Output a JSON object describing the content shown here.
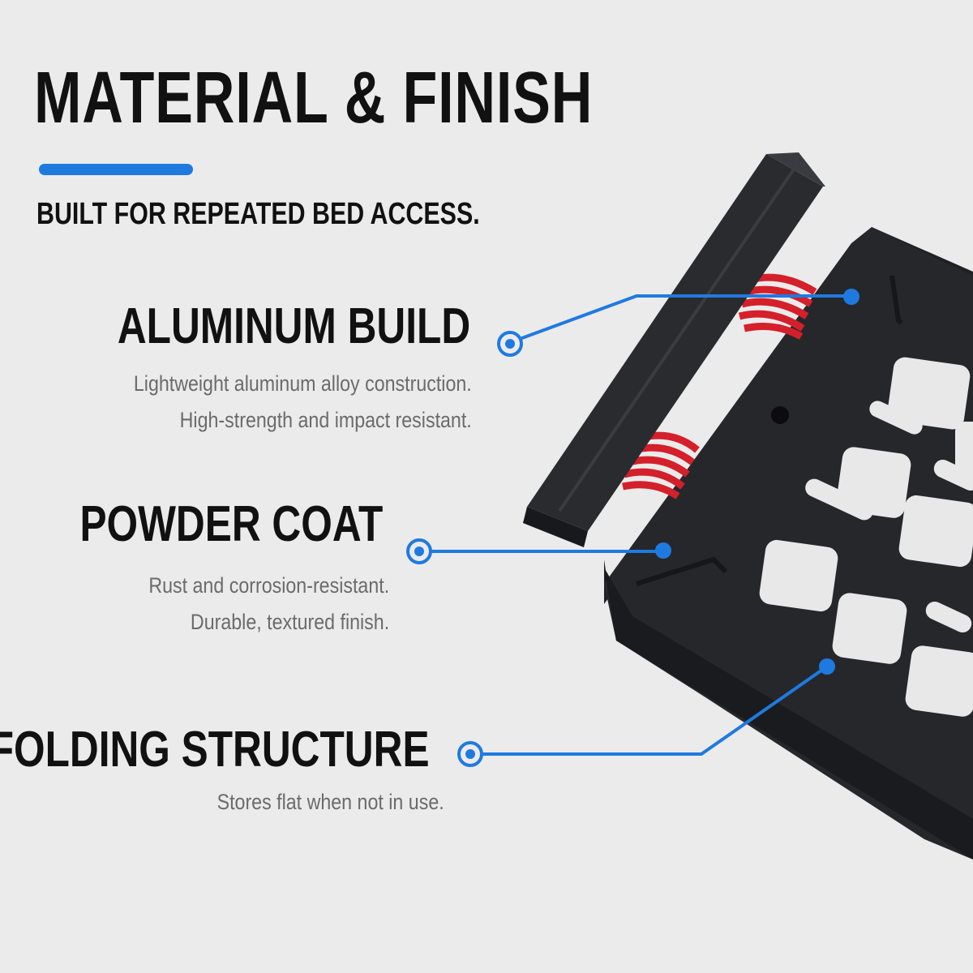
{
  "header": {
    "title": "MATERIAL & FINISH",
    "subtitle": "BUILT FOR REPEATED BED ACCESS."
  },
  "features": [
    {
      "title": "ALUMINUM BUILD",
      "lines": [
        "Lightweight aluminum alloy construction.",
        "High-strength and impact resistant."
      ]
    },
    {
      "title": "POWDER COAT",
      "lines": [
        "Rust and corrosion-resistant.",
        "Durable, textured finish."
      ]
    },
    {
      "title": "FOLDING STRUCTURE",
      "lines": [
        "Stores flat when not in use."
      ]
    }
  ],
  "colors": {
    "background": "#ebebeb",
    "accent": "#1f7ae0",
    "text": "#111111",
    "muted_text": "#6b6b6b",
    "product": "#232428",
    "springs": "#d4202a"
  }
}
